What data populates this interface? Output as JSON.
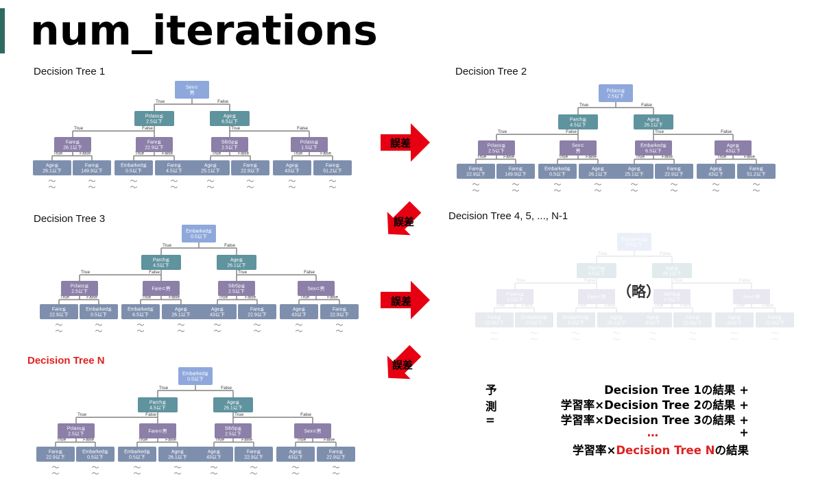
{
  "page": {
    "title": "num_iterations"
  },
  "trees": [
    {
      "label": "Decision Tree 1",
      "root": "Sex⊂\n男",
      "level1": [
        "Pclass≦\n2.5以下",
        "Age≦\n6.5以下"
      ],
      "level2": [
        "Fare≦\n26.1以下",
        "Fare≦\n22.9以下",
        "SibSp≦\n2.5以下",
        "Pclass≦\n1.5以下"
      ],
      "level3": [
        "Age≦\n26.1以下",
        "Fare≦\n149.9以下",
        "Embarked≦\n0.5以下",
        "Fare≦\n4.5以下",
        "Age≦\n25.1以下",
        "Fare≦\n22.9以下",
        "Age≦\n43以下",
        "Fare≦\n51.2以下"
      ]
    },
    {
      "label": "Decision Tree 2",
      "root": "Pclass≦\n2.5以下",
      "level1": [
        "Parch≦\n4.5以下",
        "Age≦\n26.1以下"
      ],
      "level2": [
        "Pclass≦\n2.5以下",
        "Sex⊂\n男",
        "Embarked≦\n6.5以下",
        "Age≦\n43以下"
      ],
      "level3": [
        "Fare≦\n22.9以下",
        "Fare≦\n149.9以下",
        "Embarked≦\n0.5以下",
        "Age≦\n26.1以下",
        "Age≦\n25.1以下",
        "Fare≦\n22.9以下",
        "Age≦\n43以下",
        "Fare≦\n51.2以下"
      ]
    },
    {
      "label": "Decision Tree 3",
      "root": "Embarked≦\n0.5以下",
      "level1": [
        "Parch≦\n4.5以下",
        "Age≦\n26.1以下"
      ],
      "level2": [
        "Pclass≦\n2.5以下",
        "Fare⊂男",
        "SibSp≦\n2.5以下",
        "Sex⊂男"
      ],
      "level3": [
        "Fare≦\n22.9以下",
        "Embarked≦\n0.5以下",
        "Embarked≦\n6.5以下",
        "Age≦\n26.1以下",
        "Age≦\n43以下",
        "Fare≦\n22.9以下",
        "Age≦\n43以下",
        "Fare≦\n22.9以下"
      ]
    },
    {
      "label": "Decision Tree 4, 5, ..., N-1",
      "root": "Embarked≦\n0.5以下",
      "level1": [
        "Parch≦\n4.5以下",
        "Age≦\n26.1以下"
      ],
      "level2": [
        "Pclass≦\n2.5以下",
        "Fare⊂男",
        "SibSp≦\n2.5以下",
        "Sex⊂男"
      ],
      "level3": [
        "Fare≦\n22.9以下",
        "Embarked≦\n0.5以下",
        "Embarked≦\n6.5以下",
        "Age≦\n26.1以下",
        "Age≦\n43以下",
        "Fare≦\n22.9以下",
        "Age≦\n43以下",
        "Fare≦\n22.9以下"
      ],
      "omitted_label": "（略）"
    },
    {
      "label": "Decision Tree N",
      "root": "Embarked≦\n0.5以下",
      "level1": [
        "Parch≦\n4.5以下",
        "Age≦\n26.1以下"
      ],
      "level2": [
        "Pclass≦\n2.5以下",
        "Fare⊂男",
        "SibSp≦\n2.5以下",
        "Sex⊂男"
      ],
      "level3": [
        "Fare≦\n22.9以下",
        "Embarked≦\n0.5以下",
        "Embarked≦\n0.5以下",
        "Age≦\n26.1以下",
        "Age≦\n43以下",
        "Fare≦\n22.9以下",
        "Age≦\n43以下",
        "Fare≦\n22.9以下"
      ]
    }
  ],
  "edge_labels": {
    "true": "True",
    "false": "False"
  },
  "continuation": "〜",
  "arrow_label": "誤差",
  "colors": {
    "root": "#8fa8dc",
    "level1": "#5f939e",
    "level2": "#8c7fa8",
    "level3": "#7e8fad",
    "edge": "#8a8a8a",
    "arrow": "#e60012",
    "highlight": "#e02020"
  },
  "formula": {
    "prefix": "予測 =",
    "lines": [
      {
        "pre": "",
        "red": "",
        "post": "Decision Tree 1の結果 +"
      },
      {
        "pre": "学習率×Decision Tree 2の結果 +",
        "red": "",
        "post": ""
      },
      {
        "pre": "学習率×Decision Tree 3の結果 +",
        "red": "",
        "post": ""
      },
      {
        "pre": "",
        "red": "…",
        "post": "+"
      },
      {
        "pre": "学習率×",
        "red": "Decision Tree N",
        "post": "の結果"
      }
    ]
  }
}
